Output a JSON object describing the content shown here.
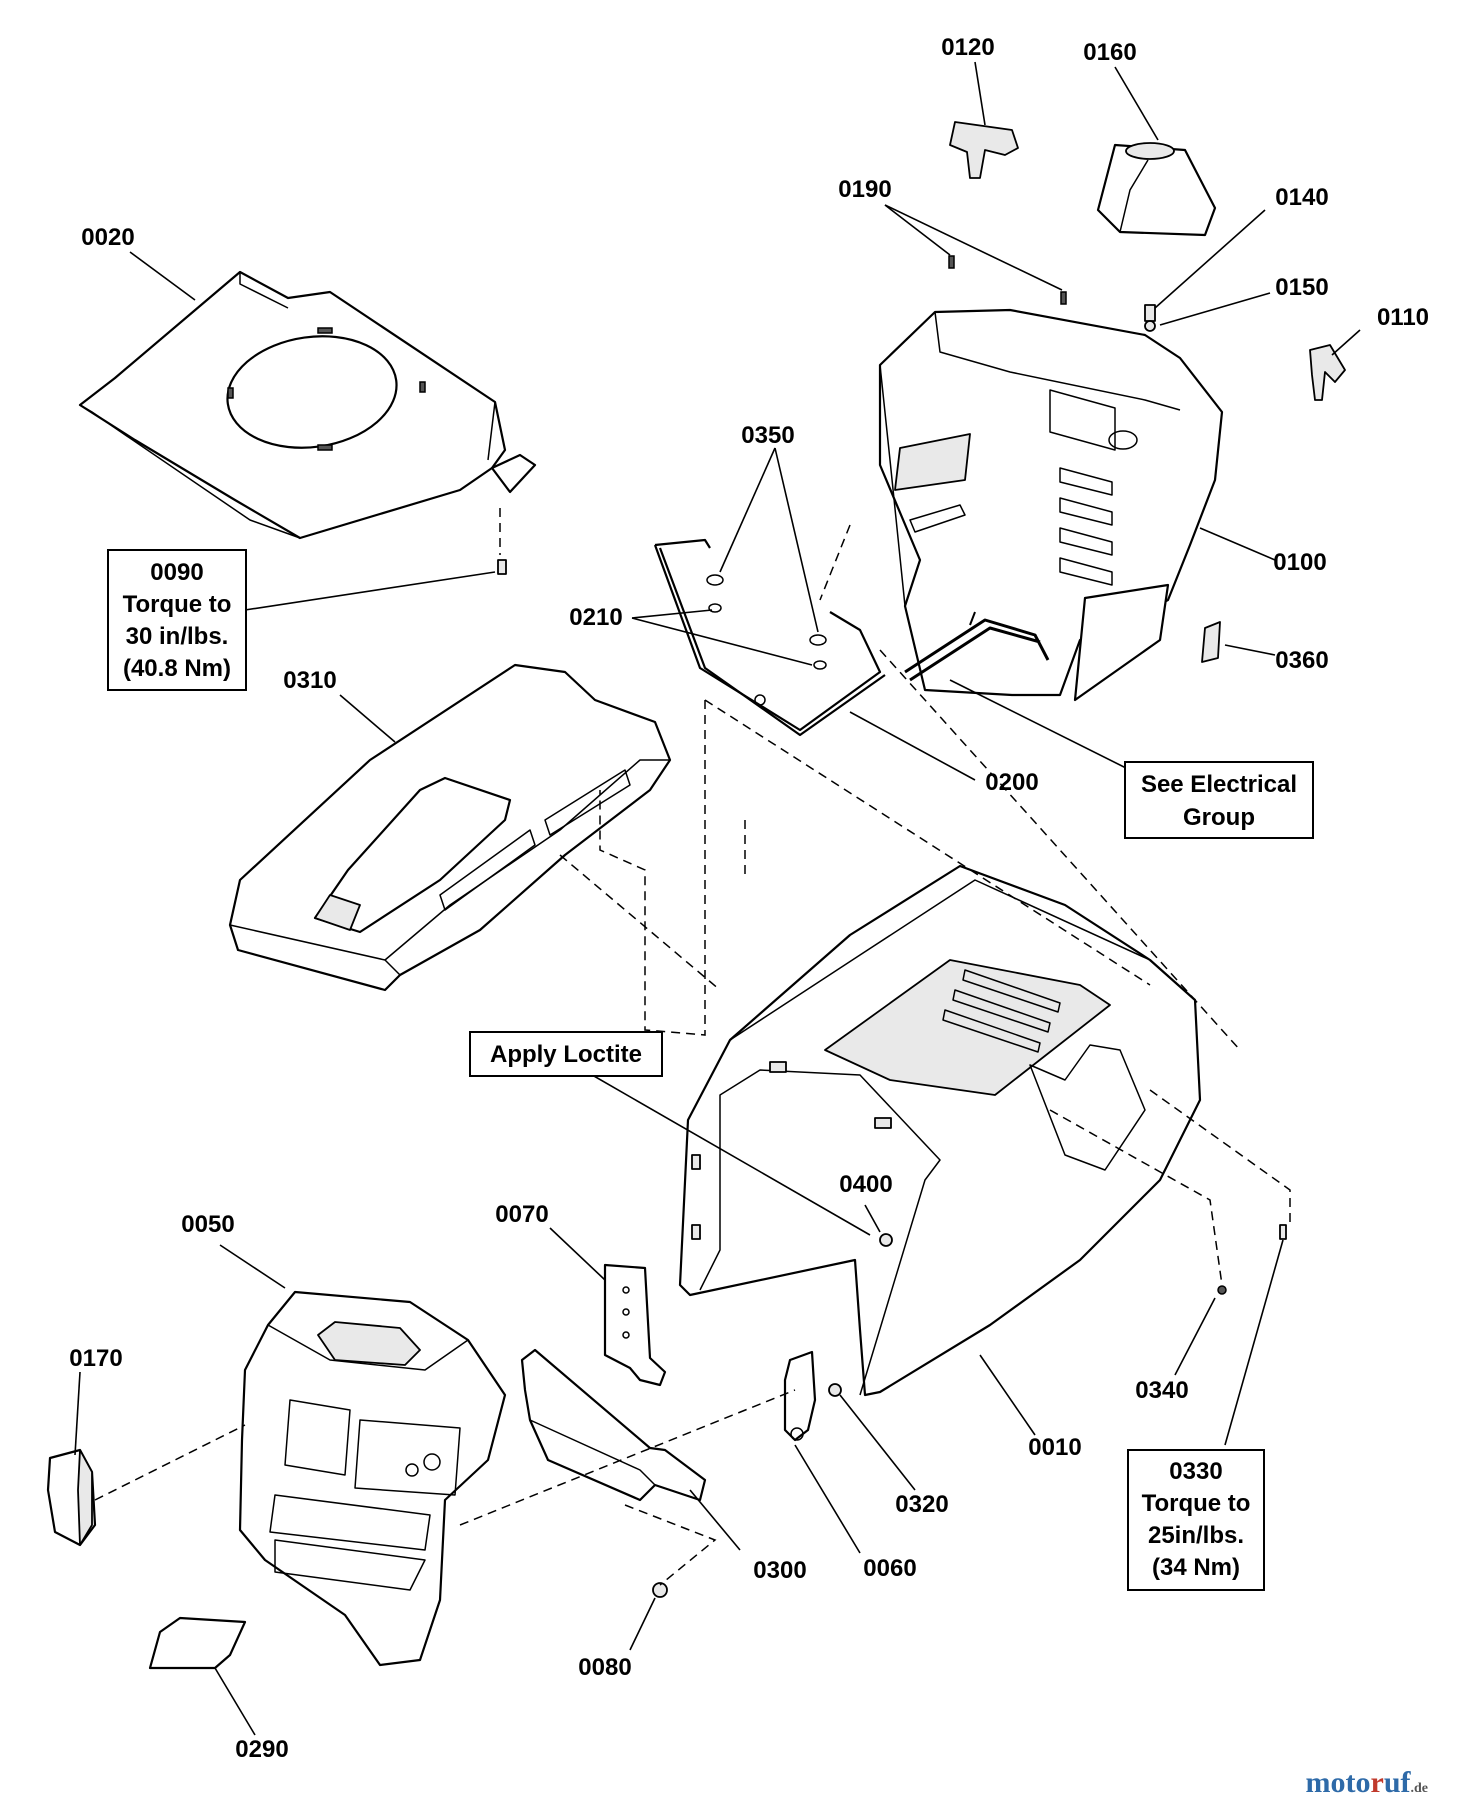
{
  "diagram": {
    "part_labels": [
      "0120",
      "0160",
      "0190",
      "0140",
      "0020",
      "0150",
      "0110",
      "0350",
      "0100",
      "0210",
      "0360",
      "0310",
      "0200",
      "0090",
      "0050",
      "0070",
      "0400",
      "0170",
      "0320",
      "0340",
      "0010",
      "0300",
      "0060",
      "0330",
      "0080",
      "0290"
    ],
    "notes": {
      "torque_0090": [
        "0090",
        "Torque to",
        "30 in/lbs.",
        "(40.8 Nm)"
      ],
      "torque_0330": [
        "0330",
        "Torque to",
        "25in/lbs.",
        "(34 Nm)"
      ],
      "see_electrical": [
        "See Electrical",
        "Group"
      ],
      "apply_loctite": [
        "Apply Loctite"
      ]
    }
  },
  "watermark": {
    "brand": "motoruf",
    "suffix": ".de"
  }
}
